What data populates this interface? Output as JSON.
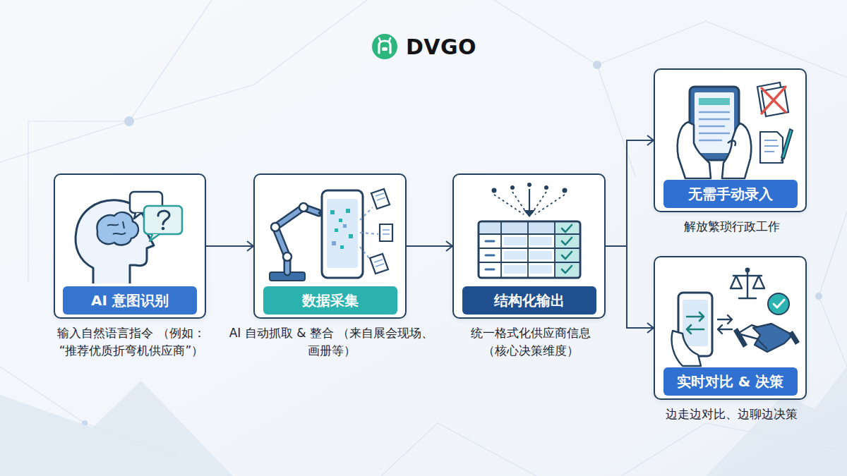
{
  "diagram": {
    "title": "DVGO",
    "nodes": [
      {
        "text": [
          "输入自然语言指令 （例如：“推荐优质折弯机供应商”）"
        ]
      },
      {
        "text": [
          "AI 意图识别"
        ],
        "in": 0
      },
      {
        "text": [
          "AI 自动抓取 & 整合 （来自展会现场、画册等）"
        ]
      },
      {
        "text": [
          "数据采集"
        ],
        "in": 2
      },
      {
        "text": [
          "统一格式化供应商信息 （核心决策维度）"
        ]
      },
      {
        "text": [
          "结构化输出"
        ],
        "in": 4
      },
      {
        "text": [
          "解放繁琐行政工作"
        ]
      },
      {
        "text": [
          "无需手动录入"
        ],
        "in": 6
      },
      {
        "text": [
          "边走边对比、边聊边决策"
        ]
      },
      {
        "text": [
          "实时对比 & 决策"
        ],
        "in": 8
      }
    ],
    "edges": [
      {
        "from": 0,
        "to": 2,
        "arrow": "to"
      },
      {
        "from": 2,
        "to": 4,
        "arrow": "to"
      },
      {
        "from": 4,
        "to": 6,
        "arrow": "to"
      },
      {
        "from": 4,
        "to": 8,
        "arrow": "to"
      }
    ]
  }
}
